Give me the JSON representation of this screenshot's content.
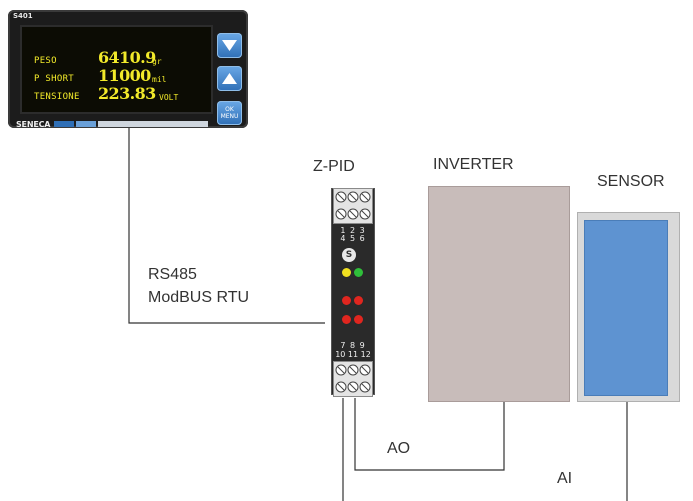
{
  "display": {
    "model": "S401",
    "rows": [
      {
        "label": "PESO",
        "value": "6410.9",
        "unit": "gr"
      },
      {
        "label": "P SHORT",
        "value": "11000",
        "unit": "mil"
      },
      {
        "label": "TENSIONE",
        "value": "223.83",
        "unit": "VOLT"
      }
    ],
    "ok_label": "OK",
    "menu_label": "MENU",
    "brand": "SENECA",
    "colors": {
      "screen_text": "#f2ea2a",
      "buttons": "#3f86d0"
    }
  },
  "module": {
    "name": "Z-PID",
    "terminals_top_row1": "1 2 3",
    "terminals_top_row2": "4 5 6",
    "terminals_bottom_row1": "7 8 9",
    "terminals_bottom_row2": "10 11 12",
    "logo": "S",
    "led_colors": [
      "#f0e020",
      "#2fbf3a",
      "#e0261f",
      "#e0261f",
      "#e0261f",
      "#e0261f"
    ]
  },
  "labels": {
    "inverter": "INVERTER",
    "sensor": "SENSOR",
    "rs485": "RS485",
    "modbus": "ModBUS RTU",
    "ao": "AO",
    "ai": "AI"
  },
  "colors": {
    "inverter_box": "#c8bcba",
    "sensor_box": "#5e93d1",
    "wire": "#333333"
  }
}
